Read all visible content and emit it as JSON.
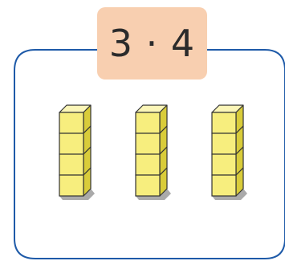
{
  "expression": "3 · 4",
  "rods": {
    "count": 3,
    "cubes_per_rod": 4
  },
  "colors": {
    "frame_stroke": "#1e5aa8",
    "label_background": "#f8cfb0",
    "cube_front": "#f7ee7e",
    "cube_side": "#d9cc3a",
    "cube_top": "#fbf6b8",
    "cube_edge": "#333333",
    "shadow": "#8e8e8e"
  }
}
